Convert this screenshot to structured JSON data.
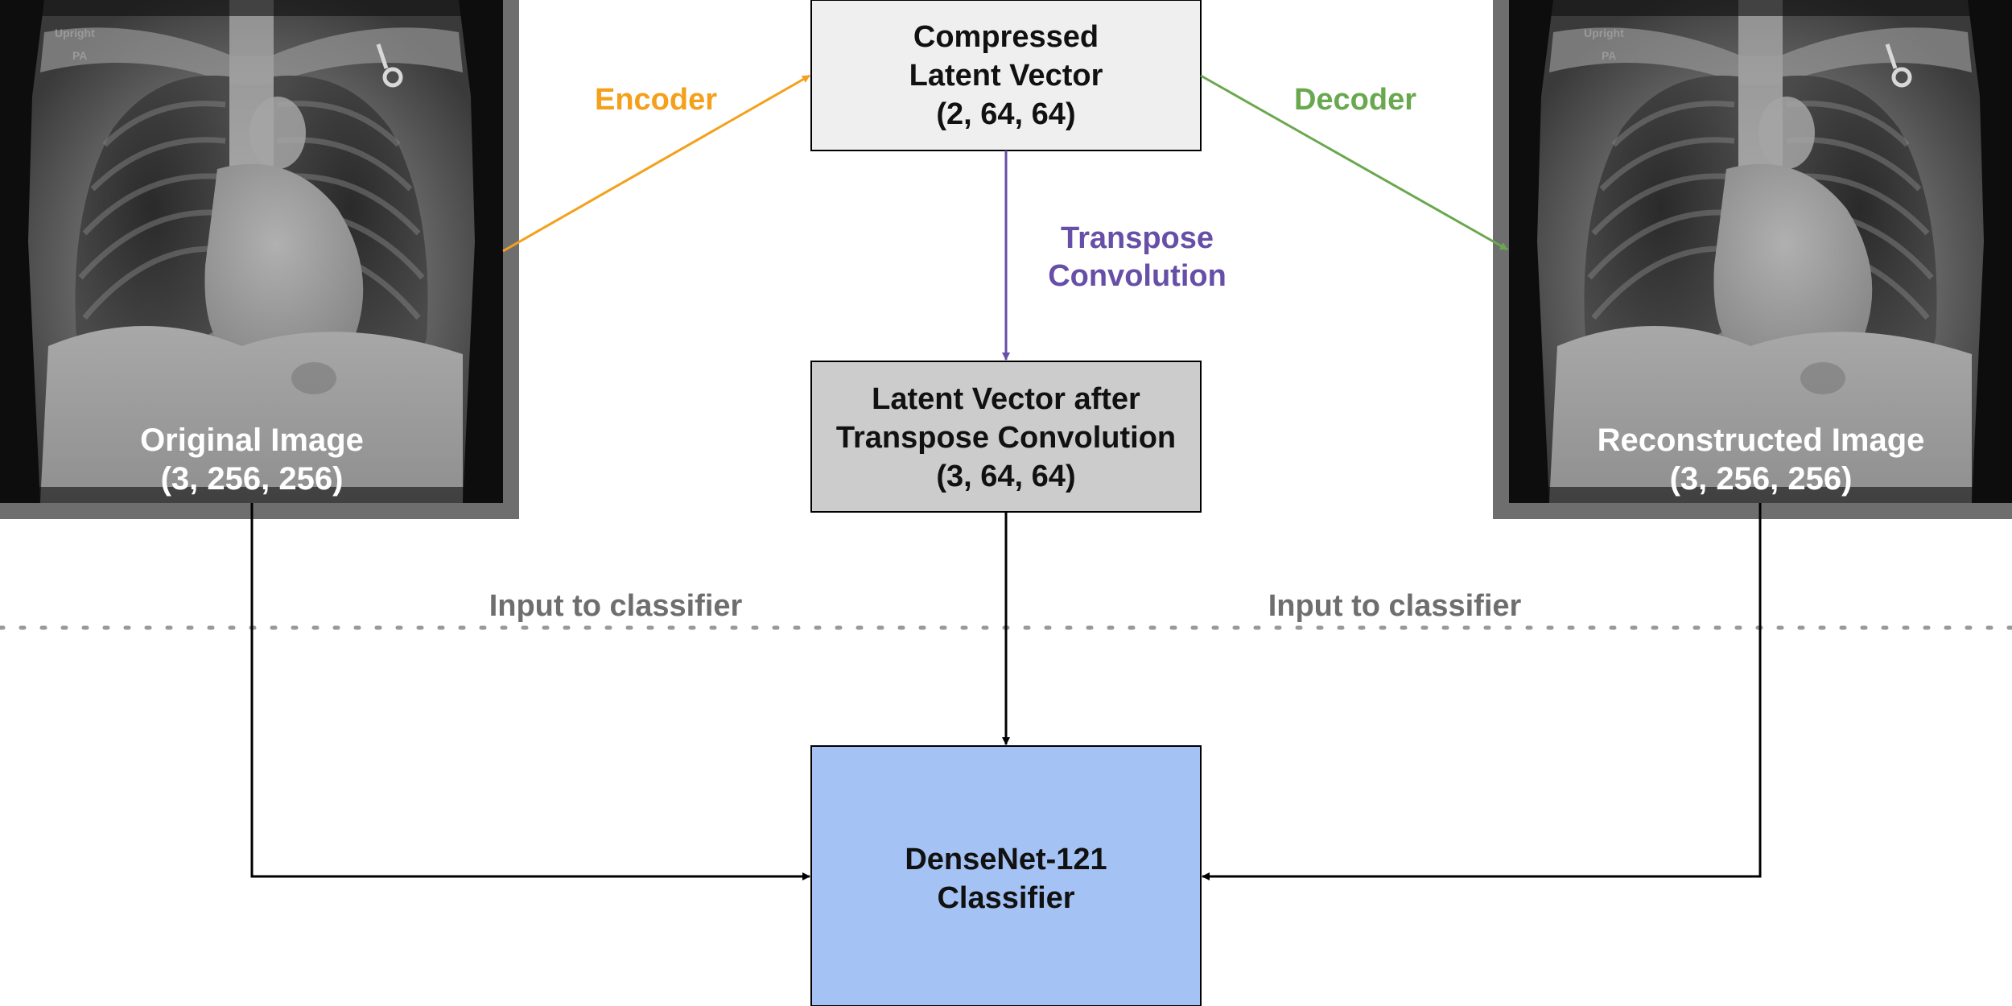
{
  "colors": {
    "encoder": "#f4a01a",
    "decoder": "#6aa84f",
    "transpose": "#674ea7",
    "compressed_fill": "#efefef",
    "latent_fill": "#cccccc",
    "classifier_fill": "#a4c2f4",
    "connector": "#000000",
    "divider": "#999999",
    "section_text": "#6e6e6e"
  },
  "original_image": {
    "overlay_line1": "Upright",
    "overlay_line2": "PA",
    "caption_line1": "Original Image",
    "caption_line2": "(3, 256, 256)"
  },
  "reconstructed_image": {
    "overlay_line1": "Upright",
    "overlay_line2": "PA",
    "caption_line1": "Reconstructed Image",
    "caption_line2": "(3, 256, 256)"
  },
  "compressed_latent": {
    "line1": "Compressed",
    "line2": "Latent Vector",
    "line3": "(2, 64, 64)"
  },
  "latent_after_transpose": {
    "line1": "Latent Vector after",
    "line2": "Transpose Convolution",
    "line3": "(3, 64, 64)"
  },
  "classifier": {
    "line1": "DenseNet-121",
    "line2": "Classifier"
  },
  "edges": {
    "encoder_label": "Encoder",
    "decoder_label": "Decoder",
    "transpose_label_line1": "Transpose",
    "transpose_label_line2": "Convolution",
    "input_label_left": "Input to classifier",
    "input_label_right": "Input to classifier"
  }
}
